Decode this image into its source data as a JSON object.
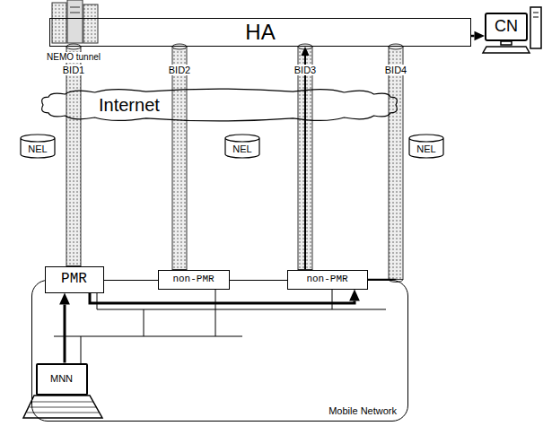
{
  "diagram": {
    "nodes": [
      {
        "text": [
          "HA"
        ]
      },
      {
        "text": [
          "CN"
        ]
      },
      {
        "text": [
          "Internet"
        ]
      },
      {
        "text": [
          "NEL"
        ]
      },
      {
        "text": [
          "NEL"
        ]
      },
      {
        "text": [
          "NEL"
        ]
      },
      {
        "text": [
          "Mobile Network"
        ]
      },
      {
        "text": [
          "PMR"
        ],
        "in": 6
      },
      {
        "text": [
          "non-PMR"
        ],
        "in": 6
      },
      {
        "text": [
          "non-PMR"
        ],
        "in": 6
      },
      {
        "text": [
          "MNN"
        ],
        "in": 6
      }
    ],
    "edges": [
      {
        "from": 0,
        "to": 7,
        "arrow": "none",
        "label": "BID1"
      },
      {
        "from": 0,
        "to": 8,
        "arrow": "none",
        "label": "BID2"
      },
      {
        "from": 0,
        "to": 9,
        "arrow": "none",
        "label": "BID3"
      },
      {
        "from": 0,
        "to": 9,
        "arrow": "none",
        "label": "BID4"
      },
      {
        "from": 10,
        "to": 7,
        "arrow": "to"
      },
      {
        "from": 7,
        "to": 9,
        "arrow": "to"
      },
      {
        "from": 9,
        "to": 0,
        "arrow": "to"
      },
      {
        "from": 0,
        "to": 1,
        "arrow": "to"
      }
    ],
    "labels": [
      "NEMO tunnel"
    ]
  }
}
